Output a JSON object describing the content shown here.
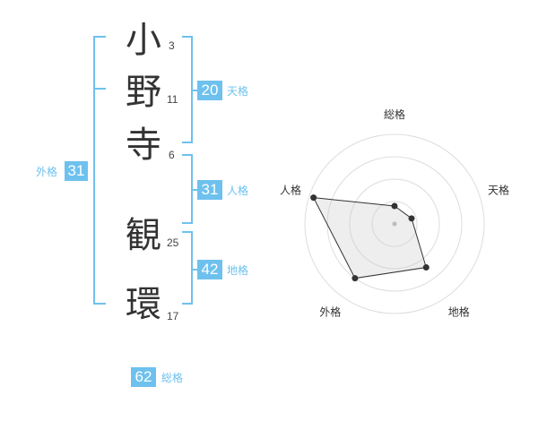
{
  "name": {
    "chars": [
      {
        "char": "小",
        "strokes": "3"
      },
      {
        "char": "野",
        "strokes": "11"
      },
      {
        "char": "寺",
        "strokes": "6"
      },
      {
        "char": "観",
        "strokes": "25"
      },
      {
        "char": "環",
        "strokes": "17"
      }
    ]
  },
  "fortune": {
    "tenkaku": {
      "value": "20",
      "label": "天格"
    },
    "jinkaku": {
      "value": "31",
      "label": "人格"
    },
    "chikaku": {
      "value": "42",
      "label": "地格"
    },
    "gaikaku": {
      "value": "31",
      "label": "外格"
    },
    "soukaku": {
      "value": "62",
      "label": "総格"
    }
  },
  "colors": {
    "accent": "#6ec1ee",
    "text": "#333333",
    "grid": "#dddddd"
  },
  "chart_data": {
    "type": "radar",
    "axes": [
      "総格",
      "天格",
      "地格",
      "外格",
      "人格"
    ],
    "values": [
      0.2,
      0.2,
      0.6,
      0.75,
      0.95
    ],
    "max": 1
  }
}
